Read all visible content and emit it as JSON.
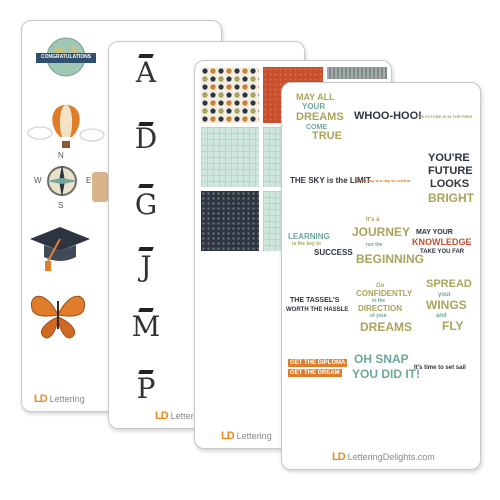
{
  "brand": {
    "mark": "LD",
    "name": "Lettering",
    "full_name": "LetteringDelights.com"
  },
  "alphabet": [
    "A",
    "D",
    "G",
    "J",
    "M",
    "P"
  ],
  "phrases": {
    "may_all": "MAY ALL",
    "your": "YOUR",
    "dreams": "DREAMS",
    "come": "COME",
    "true": "TRUE",
    "whoo": "WHOO-HOO!",
    "small_top": "THE FUTURE IS IN THE PRESENT",
    "sky1": "THE SKY is the LIMIT",
    "sky2": "every day is a day to celebrate",
    "youre": "YOU'RE",
    "future": "FUTURE",
    "looks": "LOOKS",
    "bright": "BRIGHT",
    "learning": "LEARNING",
    "key": "is the key to",
    "success": "SUCCESS",
    "its_a": "It's a",
    "journey": "JOURNEY",
    "not": "not the",
    "beginning": "BEGINNING",
    "may_knowledge": "MAY YOUR",
    "knowledge": "KNOWLEDGE",
    "take": "TAKE YOU FAR",
    "tassel": "THE TASSEL'S",
    "worth": "WORTH THE HASSLE",
    "go": "Go",
    "confidently": "CONFIDENTLY",
    "in_the": "in the",
    "direction": "DIRECTION",
    "of_your": "of your",
    "dreams2": "DREAMS",
    "spread": "SPREAD",
    "your2": "your",
    "wings": "WINGS",
    "and": "and",
    "fly": "FLY",
    "diploma": "GET THE DIPLOMA",
    "dream": "GET THE DREAM",
    "oh_snap": "OH SNAP",
    "did_it": "YOU DID IT!",
    "its_time": "It's time to set sail"
  },
  "graphics": {
    "banner": "CONGRATULATIONS",
    "compass_n": "N",
    "compass_s": "S",
    "compass_e": "E",
    "compass_w": "W"
  },
  "colors": {
    "orange": "#e07d2a",
    "teal": "#6fa79a",
    "dark": "#2e3440",
    "olive": "#a8a55c",
    "mint": "#cfe6dc",
    "red": "#c8502e"
  }
}
